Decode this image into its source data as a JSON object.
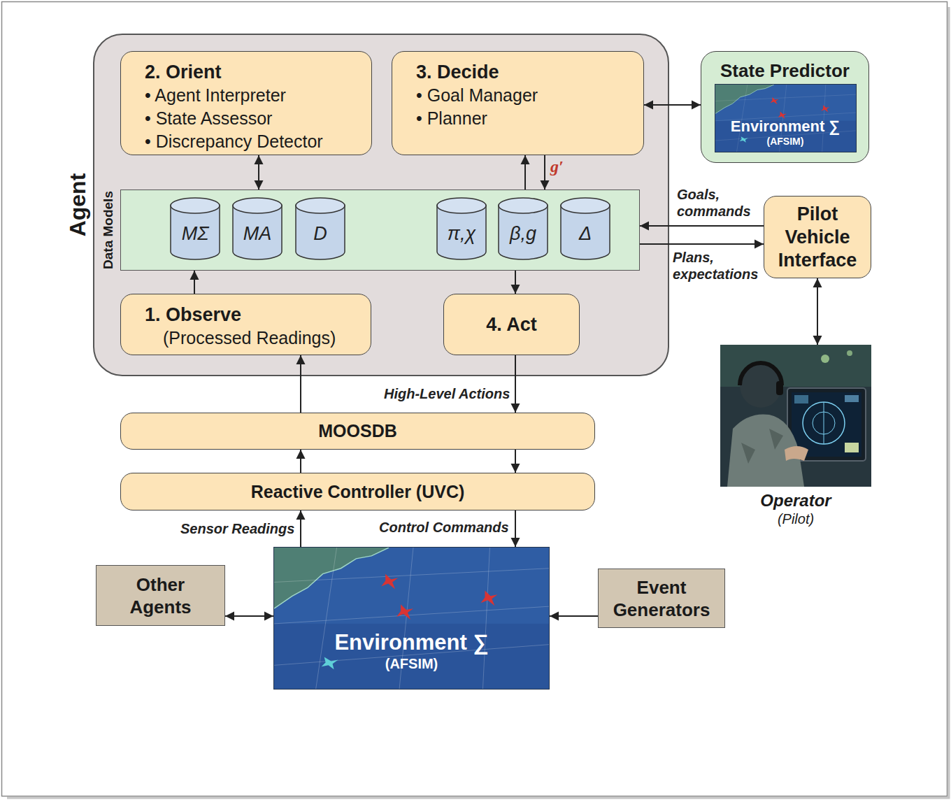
{
  "diagram": {
    "nodes": [
      {
        "text": [
          "Agent"
        ]
      },
      {
        "text": [
          "2. Orient",
          "• Agent Interpreter",
          "• State Assessor",
          "• Discrepancy Detector"
        ],
        "in": 0
      },
      {
        "text": [
          "3. Decide",
          "• Goal Manager",
          "• Planner"
        ],
        "in": 0
      },
      {
        "text": [
          "State Predictor"
        ]
      },
      {
        "text": [
          "Environment ∑",
          "(AFSIM)"
        ],
        "in": 3
      },
      {
        "text": [
          "Data Models"
        ],
        "in": 0
      },
      {
        "text": [
          "MΣ"
        ],
        "in": 5
      },
      {
        "text": [
          "MA"
        ],
        "in": 5
      },
      {
        "text": [
          "D"
        ],
        "in": 5
      },
      {
        "text": [
          "π,χ"
        ],
        "in": 5
      },
      {
        "text": [
          "β,g"
        ],
        "in": 5
      },
      {
        "text": [
          "Δ"
        ],
        "in": 5
      },
      {
        "text": [
          "Pilot Vehicle Interface"
        ]
      },
      {
        "text": [
          "1. Observe",
          "(Processed Readings)"
        ],
        "in": 0
      },
      {
        "text": [
          "4. Act"
        ],
        "in": 0
      },
      {
        "text": [
          "Operator",
          "(Pilot)"
        ]
      },
      {
        "text": [
          "MOOSDB"
        ]
      },
      {
        "text": [
          "Reactive Controller (UVC)"
        ]
      },
      {
        "text": [
          "Other Agents"
        ]
      },
      {
        "text": [
          "Environment ∑",
          "(AFSIM)"
        ]
      },
      {
        "text": [
          "Event Generators"
        ]
      }
    ],
    "edges": [
      {
        "from": 1,
        "to": 5,
        "arrow": "both"
      },
      {
        "from": 5,
        "to": 2,
        "arrow": "to"
      },
      {
        "from": 2,
        "to": 5,
        "arrow": "to",
        "label": "g′"
      },
      {
        "from": 2,
        "to": 3,
        "arrow": "both"
      },
      {
        "from": 13,
        "to": 5,
        "arrow": "to"
      },
      {
        "from": 5,
        "to": 14,
        "arrow": "to"
      },
      {
        "from": 12,
        "to": 5,
        "arrow": "to",
        "label": "Goals, commands"
      },
      {
        "from": 5,
        "to": 12,
        "arrow": "to",
        "label": "Plans, expectations"
      },
      {
        "from": 12,
        "to": 15,
        "arrow": "both"
      },
      {
        "from": 14,
        "to": 16,
        "arrow": "to",
        "label": "High-Level Actions"
      },
      {
        "from": 16,
        "to": 13,
        "arrow": "to"
      },
      {
        "from": 17,
        "to": 16,
        "arrow": "to"
      },
      {
        "from": 16,
        "to": 17,
        "arrow": "to"
      },
      {
        "from": 19,
        "to": 17,
        "arrow": "to",
        "label": "Sensor Readings"
      },
      {
        "from": 17,
        "to": 19,
        "arrow": "to",
        "label": "Control Commands"
      },
      {
        "from": 18,
        "to": 19,
        "arrow": "both"
      },
      {
        "from": 20,
        "to": 19,
        "arrow": "to"
      }
    ]
  }
}
